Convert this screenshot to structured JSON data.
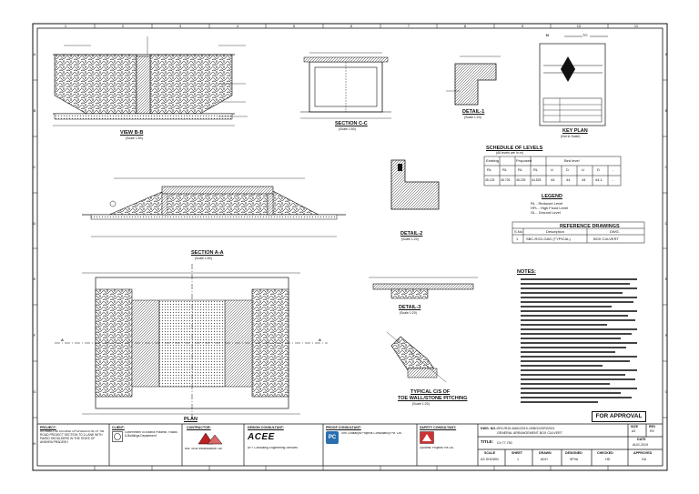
{
  "grid": {
    "columns": [
      "1",
      "2",
      "3",
      "4",
      "5",
      "6",
      "7",
      "8",
      "9",
      "10",
      "11"
    ],
    "rows": [
      "A",
      "B",
      "C",
      "D",
      "E",
      "F",
      "G",
      "H"
    ]
  },
  "views": {
    "view_b": {
      "title": "VIEW B-B",
      "scale": "(Scale 1:50)"
    },
    "section_cc": {
      "title": "SECTION C-C",
      "scale": "(Scale 1:50)"
    },
    "detail_1": {
      "title": "DETAIL-1",
      "scale": "(Scale 1:20)"
    },
    "key_plan": {
      "title": "KEY PLAN",
      "scale": "(Not to Scale)",
      "north": "N",
      "to_label": "TO"
    },
    "section_aa": {
      "title": "SECTION A-A",
      "scale": "(Scale 1:50)"
    },
    "detail_2": {
      "title": "DETAIL-2",
      "scale": "(Scale 1:20)"
    },
    "detail_3": {
      "title": "DETAIL-3",
      "scale": "(Scale 1:20)"
    },
    "plan": {
      "title": "PLAN",
      "scale": "(Scale 1:50)",
      "section_marker": "A"
    },
    "wall_section": {
      "title": "TYPICAL C/S OF",
      "title2": "TOE WALL/STONE PITCHING",
      "scale": "(Scale 1:20)"
    }
  },
  "schedule_of_levels": {
    "title": "SCHEDULE OF LEVELS",
    "subtitle": "(All levels are in m)",
    "header": [
      "Existing",
      "Proposed",
      "Bed level",
      "",
      "",
      "",
      "",
      "",
      ""
    ],
    "row1": [
      "RL",
      "RL",
      "RL",
      "RL",
      "U",
      "D",
      "U",
      "D",
      "-"
    ],
    "row2": [
      "45.125",
      "45.725",
      "45.225",
      "44.525",
      "44",
      "44",
      "44",
      "44.1",
      "-"
    ]
  },
  "legend": {
    "title": "LEGEND",
    "items": [
      "RL - Reduced Level",
      "HFL - High Flood Level",
      "GL - Ground Level"
    ]
  },
  "reference_drawings": {
    "title": "REFERENCE DRAWINGS",
    "columns": [
      "S.No",
      "Description",
      "DWG."
    ],
    "rows": [
      [
        "1",
        "SBC-RCD-GAD (TYPICAL)",
        "BOX CULVERT"
      ]
    ]
  },
  "notes": {
    "title": "NOTES:"
  },
  "stamp": "FOR APPROVAL",
  "title_block": {
    "project_label": "PROJECT:",
    "project_text": "REHABILITATION AND UPGRADATION OF RB ROAD PROJECT SECTION TO 2-LANE WITH PAVED SHOULDERS IN THE STATE OF ANDHRA PRADESH",
    "client_label": "CLIENT:",
    "client_text": "Government of Andhra Pradesh, Roads & Buildings Department",
    "contractor_label": "CONTRACTOR:",
    "contractor_text": "M/s. SEW Infrastructure Ltd.",
    "design_label": "DESIGN CONSULTANT:",
    "design_logo": "ACEE",
    "design_text": "APT Consulting Engineering Services",
    "proof_label": "PROOF CONSULTANT:",
    "proof_logo": "PC",
    "proof_text": "Shri Chaitanya Projects Consultancy Pvt. Ltd.",
    "safety_label": "SAFETY CONSULTANT:",
    "safety_text": "Dynamic Projects Pvt Ltd",
    "dwg_no_label": "DWG. NO.:",
    "dwg_no": "SRC/RJD-MAD/2019-19/BOX/DRG/001",
    "title_label": "TITLE:",
    "title_text": "GENERAL ARRANGEMENT BOX CULVERT",
    "chainage": "Ch 77.750",
    "size_label": "SIZE",
    "size_value": "A3",
    "rev_label": "REV",
    "rev_value": "R0",
    "date_label": "DATE",
    "date_value": "AUG-2019",
    "scale_label": "SCALE",
    "scale_value": "AS SHOWN",
    "sheet_label": "SHEET",
    "sheet_value": "1",
    "drawn_label": "DRAWN",
    "drawn_value": "ADH",
    "designed_label": "DESIGNED",
    "designed_value": "SPVA",
    "checked_label": "CHECKED",
    "checked_value": "HD",
    "approved_label": "APPROVED",
    "approved_value": "GA"
  }
}
